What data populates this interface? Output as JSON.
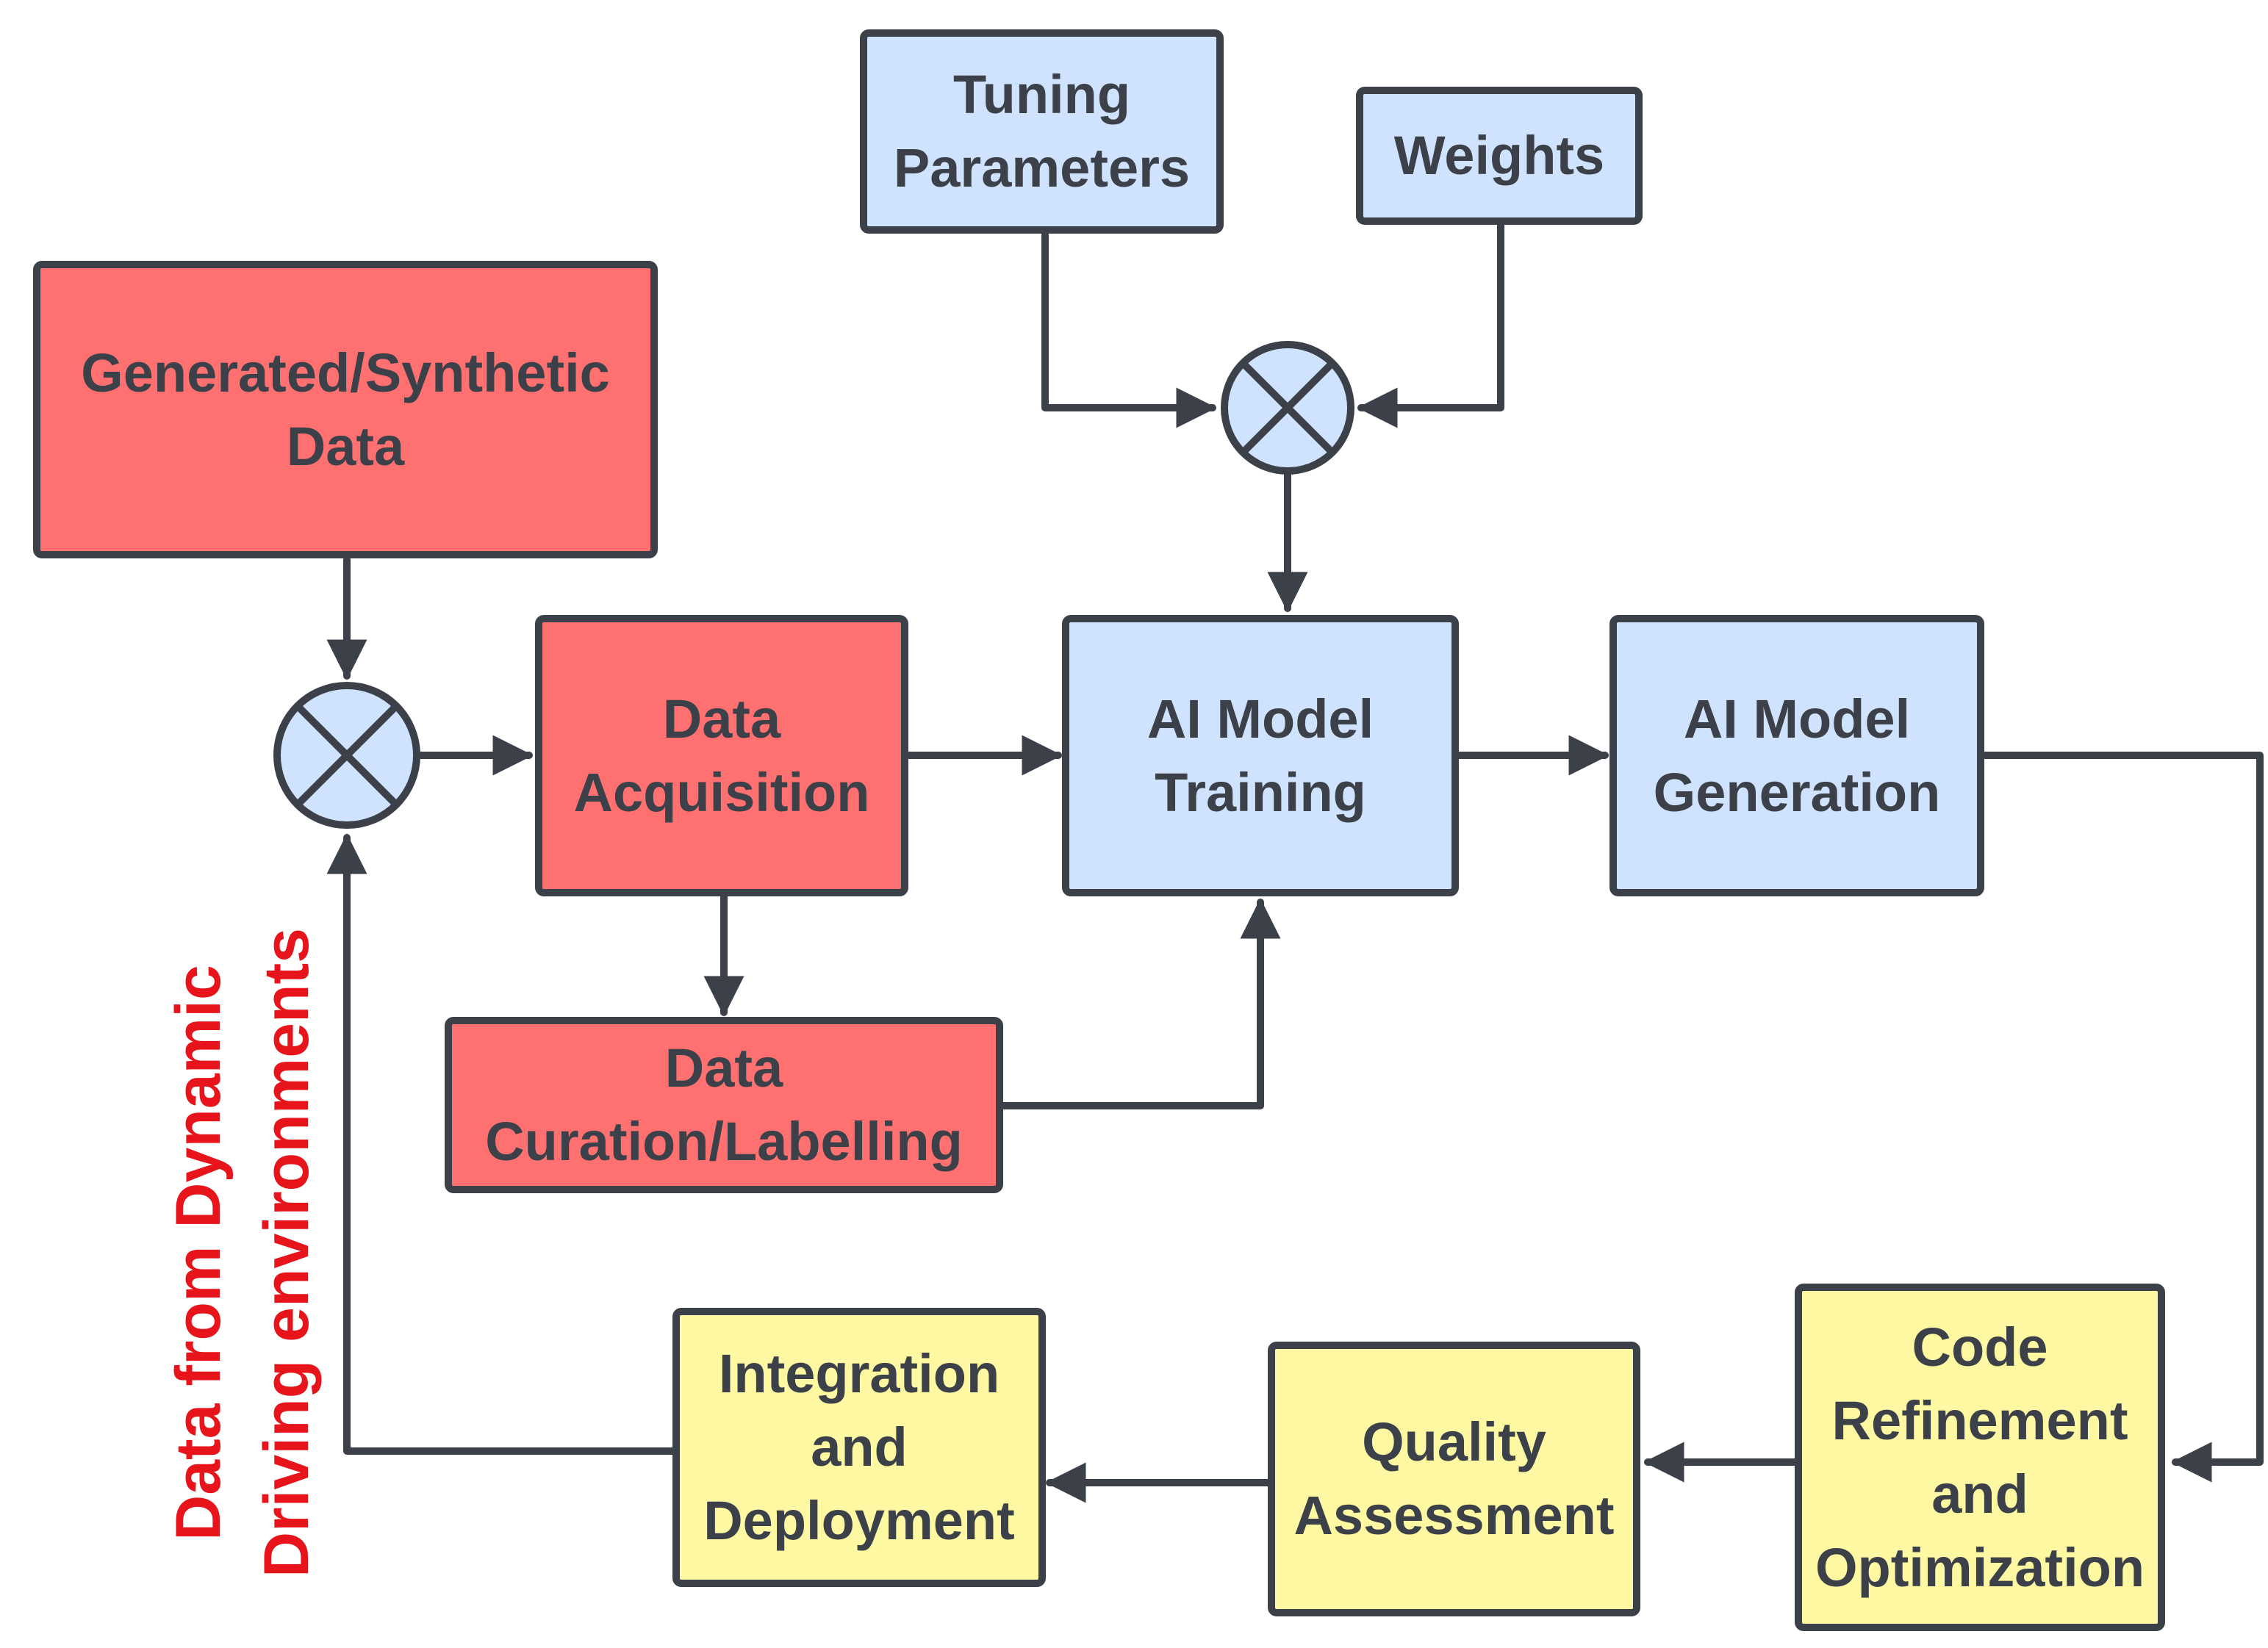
{
  "nodes": {
    "tuning_parameters": "Tuning\nParameters",
    "weights": "Weights",
    "synthetic_data": "Generated/Synthetic\nData",
    "data_acquisition": "Data\nAcquisition",
    "ai_model_training": "AI Model\nTraining",
    "ai_model_generation": "AI Model\nGeneration",
    "data_curation": "Data\nCuration/Labelling",
    "integration_deployment": "Integration\nand\nDeployment",
    "quality_assessment": "Quality\nAssessment",
    "code_refinement": "Code\nRefinement\nand\nOptimization"
  },
  "side_label": "Data from Dynamic\nDriving environments",
  "colors": {
    "stroke": "#3c4049",
    "blue_fill": "#cfe3ff",
    "red_fill": "#ff7070",
    "yellow_fill": "#fdf8a1",
    "label_red": "#e8141b"
  }
}
